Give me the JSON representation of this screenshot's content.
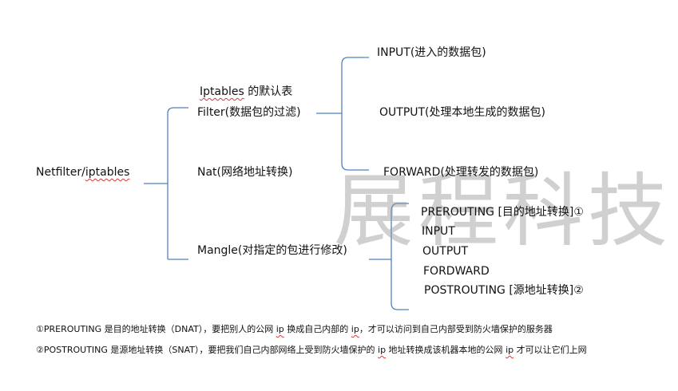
{
  "root": {
    "prefix": "Netfilter/",
    "suffix": "iptables"
  },
  "tables_header": {
    "prefix": "Iptables",
    "suffix": " 的默认表"
  },
  "tables": {
    "filter": "Filter(数据包的过滤)",
    "nat": "Nat(网络地址转换)",
    "mangle": "Mangle(对指定的包进行修改)"
  },
  "filter_chains": [
    "INPUT(进入的数据包)",
    "OUTPUT(处理本地生成的数据包)",
    "FORWARD(处理转发的数据包)"
  ],
  "mangle_chains": [
    "PREROUTING [目的地址转换]①",
    "INPUT",
    "OUTPUT",
    "FORDWARD",
    "POSTROUTING [源地址转换]②"
  ],
  "notes": {
    "n1": {
      "a": "①PREROUTING 是目的地址转换（DNAT），要把别人的公网 ",
      "ip1": "ip",
      "b": " 换成自己内部的 ",
      "ip2": "ip",
      "c": "，才可以访问到自己内部受到防火墙保护的服务器"
    },
    "n2": {
      "a": "②POSTROUTING 是源地址转换（SNAT），要把我们自己内部网络上受到防火墙保护的 ",
      "ip1": "ip",
      "b": " 地址转换成该机器本地的公网 ",
      "ip2": "ip",
      "c": " 才可以让它们上网"
    }
  },
  "watermark": "展程科技",
  "colors": {
    "bracket": "#4f81bd",
    "text": "#111111",
    "squiggle": "#d23a3a"
  }
}
